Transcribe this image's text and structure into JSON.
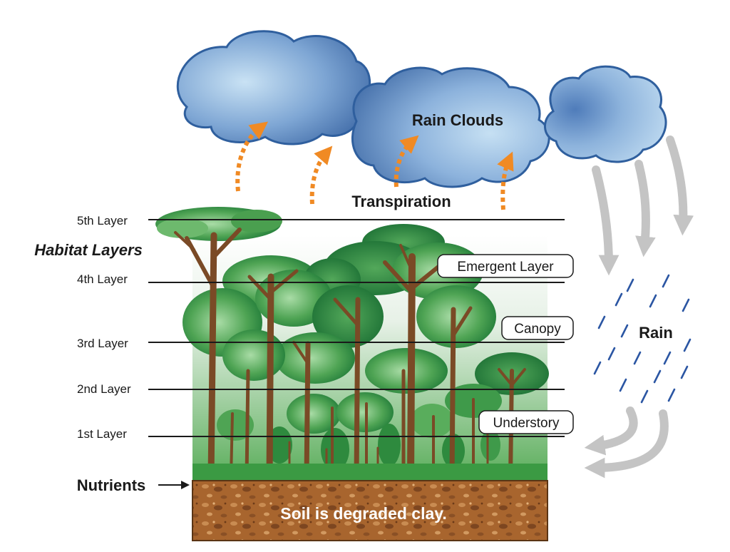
{
  "title": "Habitat Layers",
  "clouds_label": "Rain Clouds",
  "transpiration_label": "Transpiration",
  "rain_label": "Rain",
  "nutrients_label": "Nutrients",
  "soil_label": "Soil is degraded clay.",
  "layers": [
    "5th Layer",
    "4th Layer",
    "3rd Layer",
    "2nd Layer",
    "1st Layer"
  ],
  "zones": [
    "Emergent Layer",
    "Canopy",
    "Understory"
  ],
  "colors": {
    "cloud_dark": "#3e6aa6",
    "cloud_light": "#b7d6ee",
    "arrow_orange": "#f08a24",
    "arrow_gray": "#c4c4c4",
    "rain": "#2b56a3",
    "tree_dark": "#1f7a38",
    "tree_light": "#8fcf8f",
    "trunk": "#7a4a26",
    "soil": "#9b5e2c"
  }
}
